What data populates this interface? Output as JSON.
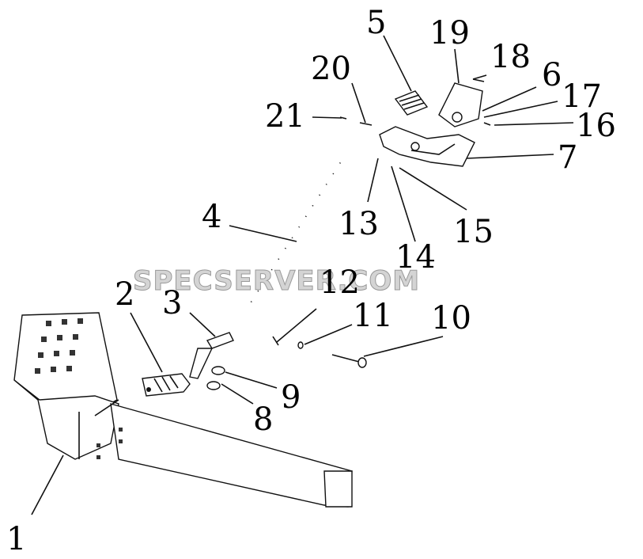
{
  "watermark": "SPECSERVER.COM",
  "callouts": [
    {
      "id": "1",
      "label": "1"
    },
    {
      "id": "2",
      "label": "2"
    },
    {
      "id": "3",
      "label": "3"
    },
    {
      "id": "4",
      "label": "4"
    },
    {
      "id": "5",
      "label": "5"
    },
    {
      "id": "6",
      "label": "6"
    },
    {
      "id": "7",
      "label": "7"
    },
    {
      "id": "8",
      "label": "8"
    },
    {
      "id": "9",
      "label": "9"
    },
    {
      "id": "10",
      "label": "10"
    },
    {
      "id": "11",
      "label": "11"
    },
    {
      "id": "12",
      "label": "12"
    },
    {
      "id": "13",
      "label": "13"
    },
    {
      "id": "14",
      "label": "14"
    },
    {
      "id": "15",
      "label": "15"
    },
    {
      "id": "16",
      "label": "16"
    },
    {
      "id": "17",
      "label": "17"
    },
    {
      "id": "18",
      "label": "18"
    },
    {
      "id": "19",
      "label": "19"
    },
    {
      "id": "20",
      "label": "20"
    },
    {
      "id": "21",
      "label": "21"
    }
  ]
}
